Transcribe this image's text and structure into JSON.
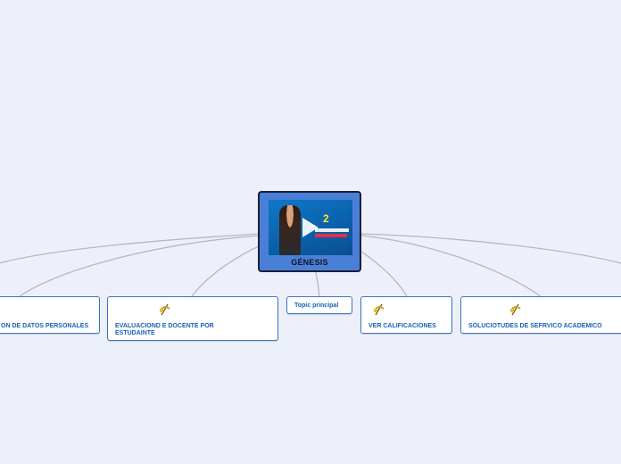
{
  "root": {
    "label": "GÉNESIS",
    "video": {
      "badge_number": "2"
    }
  },
  "branches": [
    {
      "label": "ON DE DATOS PERSONALES",
      "icon": "pickaxe-icon"
    },
    {
      "label": "EVALUACIOND E DOCENTE POR ESTUDAINTE",
      "icon": "pickaxe-icon"
    },
    {
      "label": "Topic principal",
      "icon": ""
    },
    {
      "label": "VER CALIFICACIONES",
      "icon": "pickaxe-icon"
    },
    {
      "label": "SOLUCIOTUDES DE SEFRVICO ACADEMICO",
      "icon": "pickaxe-icon"
    }
  ],
  "colors": {
    "background": "#eef0f9",
    "root_fill": "#4a7fd8",
    "node_border": "#3a78c8",
    "node_text": "#1760b8",
    "link": "#b4b8c2"
  }
}
